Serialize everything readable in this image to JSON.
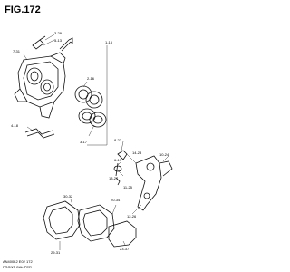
{
  "figure": {
    "title": "FIG.172",
    "part_labels": [
      "1-15",
      "3-29",
      "5-13",
      "7-31",
      "2-16",
      "3-17",
      "4-18",
      "8-22",
      "6-19",
      "10-24",
      "14-28",
      "13-27",
      "11-25",
      "12-26",
      "29-31",
      "30-32",
      "20-34",
      "23-37"
    ],
    "footer_code": "AN400L2 E02 172",
    "footer_caption": "FRONT CALIPER"
  }
}
